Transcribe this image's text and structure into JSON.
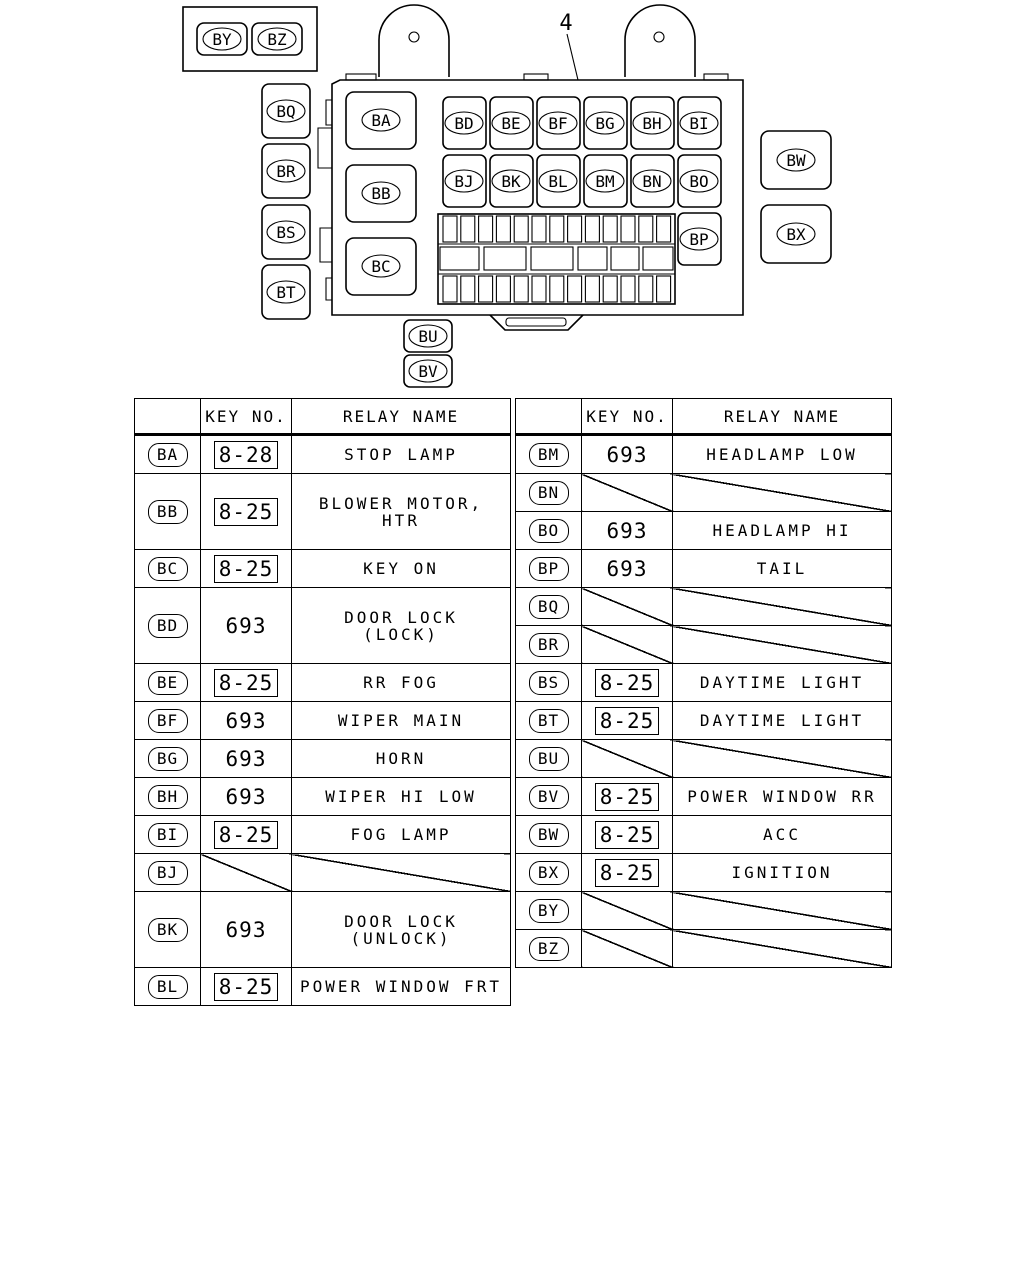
{
  "callout": "4",
  "diagram_labels": {
    "relays": {
      "BA": "BA",
      "BB": "BB",
      "BC": "BC",
      "BD": "BD",
      "BE": "BE",
      "BF": "BF",
      "BG": "BG",
      "BH": "BH",
      "BI": "BI",
      "BJ": "BJ",
      "BK": "BK",
      "BL": "BL",
      "BM": "BM",
      "BN": "BN",
      "BO": "BO",
      "BP": "BP"
    },
    "external": {
      "BQ": "BQ",
      "BR": "BR",
      "BS": "BS",
      "BT": "BT",
      "BU": "BU",
      "BV": "BV",
      "BW": "BW",
      "BX": "BX",
      "BY": "BY",
      "BZ": "BZ"
    }
  },
  "table_headers": {
    "id": "",
    "key_no": "KEY NO.",
    "relay_name": "RELAY NAME"
  },
  "left_table": [
    {
      "id": "BA",
      "key": "8-28",
      "boxed": true,
      "name": "STOP LAMP",
      "name2": ""
    },
    {
      "id": "BB",
      "key": "8-25",
      "boxed": true,
      "name": "BLOWER MOTOR,",
      "name2": "HTR",
      "tall": true
    },
    {
      "id": "BC",
      "key": "8-25",
      "boxed": true,
      "name": "KEY ON",
      "name2": ""
    },
    {
      "id": "BD",
      "key": "693",
      "boxed": false,
      "name": "DOOR LOCK",
      "name2": "(LOCK)",
      "tall": true
    },
    {
      "id": "BE",
      "key": "8-25",
      "boxed": true,
      "name": "RR FOG",
      "name2": ""
    },
    {
      "id": "BF",
      "key": "693",
      "boxed": false,
      "name": "WIPER MAIN",
      "name2": ""
    },
    {
      "id": "BG",
      "key": "693",
      "boxed": false,
      "name": "HORN",
      "name2": ""
    },
    {
      "id": "BH",
      "key": "693",
      "boxed": false,
      "name": "WIPER HI LOW",
      "name2": ""
    },
    {
      "id": "BI",
      "key": "8-25",
      "boxed": true,
      "name": "FOG LAMP",
      "name2": ""
    },
    {
      "id": "BJ",
      "key": "",
      "boxed": false,
      "name": "",
      "name2": "",
      "blank": true
    },
    {
      "id": "BK",
      "key": "693",
      "boxed": false,
      "name": "DOOR LOCK",
      "name2": "(UNLOCK)",
      "tall": true
    },
    {
      "id": "BL",
      "key": "8-25",
      "boxed": true,
      "name": "POWER WINDOW FRT",
      "name2": ""
    }
  ],
  "right_table": [
    {
      "id": "BM",
      "key": "693",
      "boxed": false,
      "name": "HEADLAMP LOW",
      "name2": ""
    },
    {
      "id": "BN",
      "key": "",
      "boxed": false,
      "name": "",
      "name2": "",
      "blank": true
    },
    {
      "id": "BO",
      "key": "693",
      "boxed": false,
      "name": "HEADLAMP HI",
      "name2": ""
    },
    {
      "id": "BP",
      "key": "693",
      "boxed": false,
      "name": "TAIL",
      "name2": ""
    },
    {
      "id": "BQ",
      "key": "",
      "boxed": false,
      "name": "",
      "name2": "",
      "blank": true
    },
    {
      "id": "BR",
      "key": "",
      "boxed": false,
      "name": "",
      "name2": "",
      "blank": true
    },
    {
      "id": "BS",
      "key": "8-25",
      "boxed": true,
      "name": "DAYTIME LIGHT",
      "name2": ""
    },
    {
      "id": "BT",
      "key": "8-25",
      "boxed": true,
      "name": "DAYTIME LIGHT",
      "name2": ""
    },
    {
      "id": "BU",
      "key": "",
      "boxed": false,
      "name": "",
      "name2": "",
      "blank": true
    },
    {
      "id": "BV",
      "key": "8-25",
      "boxed": true,
      "name": "POWER WINDOW RR",
      "name2": ""
    },
    {
      "id": "BW",
      "key": "8-25",
      "boxed": true,
      "name": "ACC",
      "name2": ""
    },
    {
      "id": "BX",
      "key": "8-25",
      "boxed": true,
      "name": "IGNITION",
      "name2": ""
    },
    {
      "id": "BY",
      "key": "",
      "boxed": false,
      "name": "",
      "name2": "",
      "blank": true
    },
    {
      "id": "BZ",
      "key": "",
      "boxed": false,
      "name": "",
      "name2": "",
      "blank": true
    }
  ]
}
